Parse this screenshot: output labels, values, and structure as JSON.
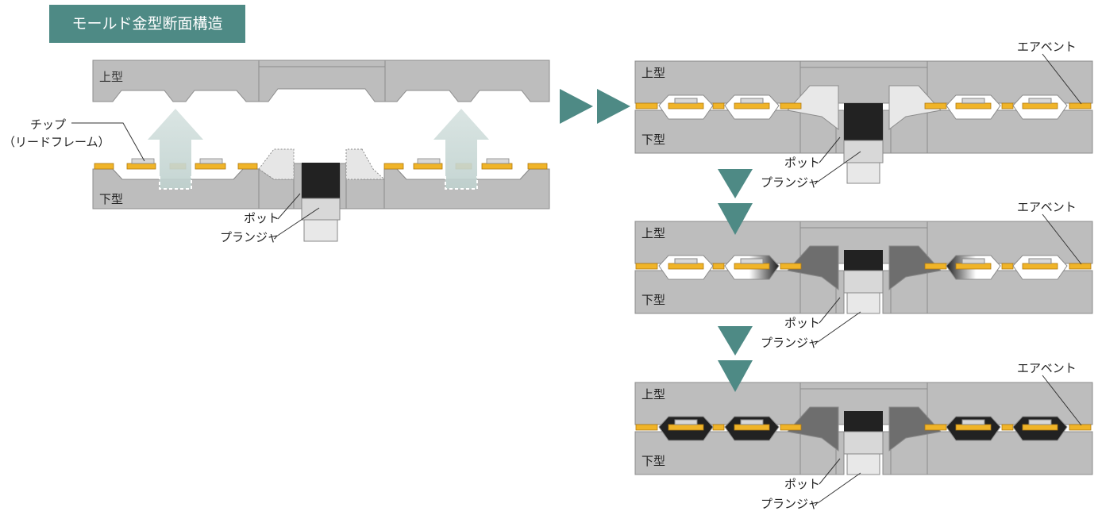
{
  "title": "モールド金型断面構造",
  "labels": {
    "upper_mold": "上型",
    "lower_mold": "下型",
    "pot": "ポット",
    "plunger": "プランジャ",
    "air_vent": "エアベント",
    "chip": "チップ",
    "lead_frame": "（リードフレーム）"
  },
  "colors": {
    "mold": "#bdbdbd",
    "mold_edge": "#8c8c8c",
    "lead_frame": "#f0b428",
    "resin": "#222222",
    "runner": "#6e6e6e",
    "badge": "#4e8a85",
    "arrow": "#4e8a85"
  }
}
